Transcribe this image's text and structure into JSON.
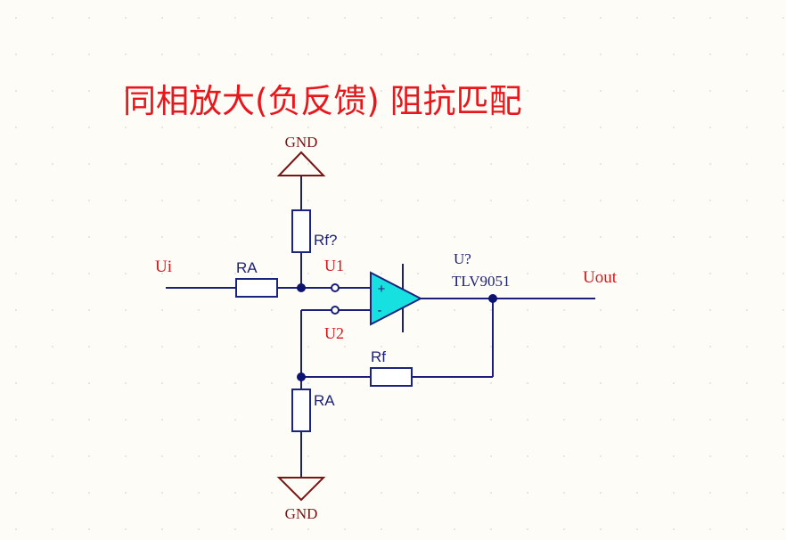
{
  "title": "同相放大(负反馈) 阻抗匹配",
  "labels": {
    "gnd_top": "GND",
    "gnd_bottom": "GND",
    "input": "Ui",
    "output": "Uout",
    "ra_input": "RA",
    "rf_top": "Rf?",
    "rf_feedback": "Rf",
    "ra_ground": "RA",
    "net_u1": "U1",
    "net_u2": "U2",
    "opamp_designator": "U?",
    "opamp_part": "TLV9051",
    "plus": "+",
    "minus": "-"
  },
  "colors": {
    "background": "#fdfcf7",
    "wire": "#1b1f7a",
    "junction": "#0d1470",
    "title": "#e8171c",
    "net_label": "#d6161b",
    "ground": "#7a1515",
    "resistor_fill": "#ffffff",
    "resistor_stroke": "#1a2380",
    "opamp_fill": "#17e0e0",
    "opamp_stroke": "#1a2380",
    "part_text": "#1e2275",
    "grid_dot": "#d9d6cc"
  }
}
